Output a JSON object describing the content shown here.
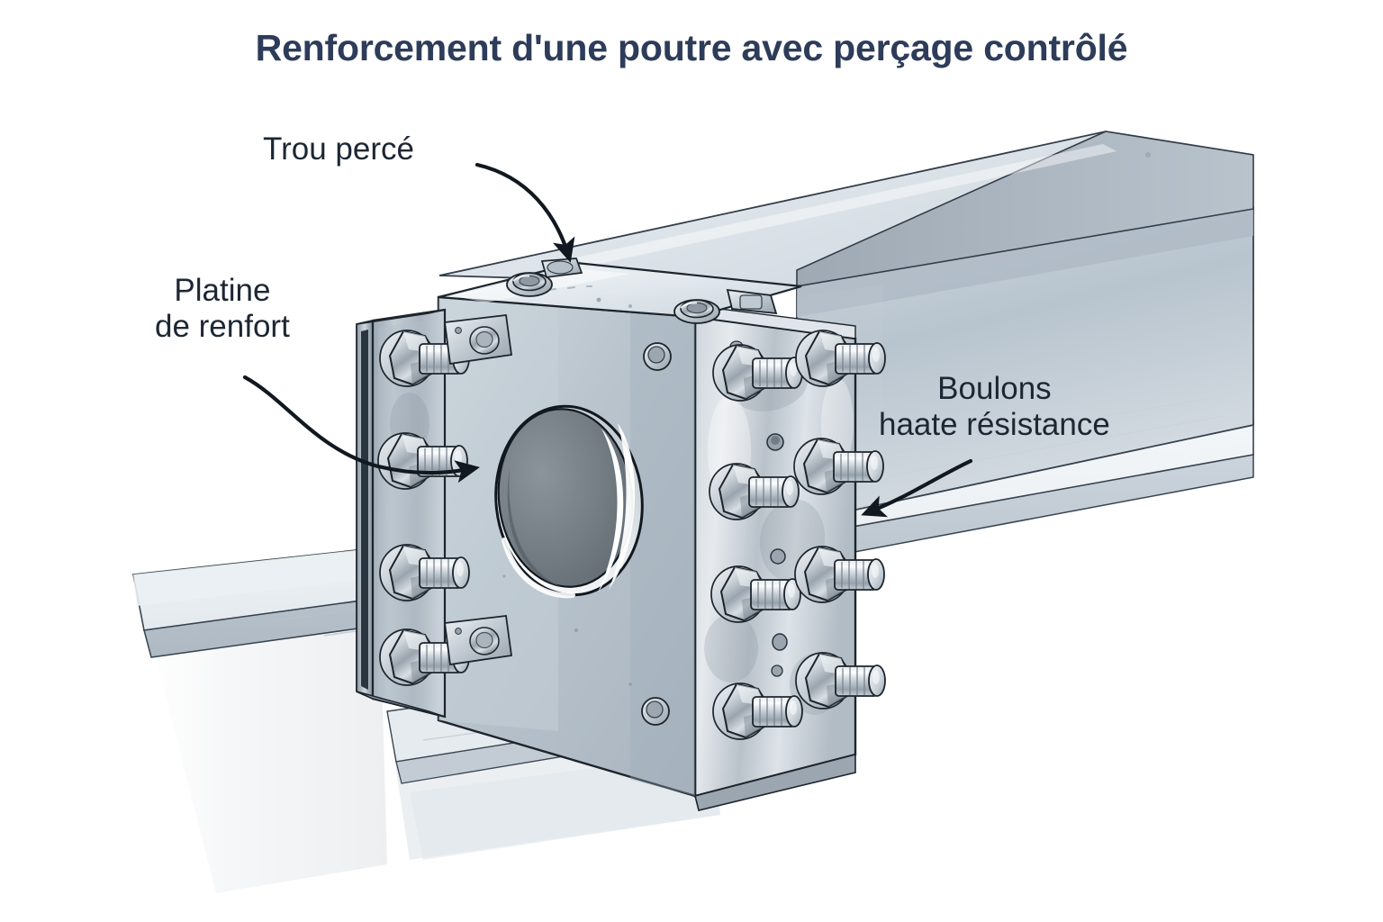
{
  "title": "Renforcement d'une poutre avec perçage contrôlé",
  "labels": {
    "drilled_hole": "Trou percé",
    "stiffener_plate": "Platine\nde renfort",
    "high_strength_bolts": "Boulons\nhaate résistance"
  },
  "colors": {
    "title": "#2d3c59",
    "label_text": "#1d2733",
    "arrow": "#111820",
    "outline": "#1d242c",
    "steel_light": "#eef1f4",
    "steel_mid": "#c2ccd6",
    "steel_dark": "#8e9aa6",
    "hole_interior": "#6d767d",
    "hole_highlight": "#fbfcfd",
    "background": "#ffffff"
  },
  "figure": {
    "subject": "steel-i-beam-reinforced-connection",
    "view": "isometric",
    "parts": [
      {
        "name": "i-beam",
        "description": "poutre en acier profil I"
      },
      {
        "name": "end-plate",
        "description": "platine frontale percée"
      },
      {
        "name": "side-plate-left",
        "description": "platine de renfort gauche",
        "bolt_count": 4
      },
      {
        "name": "side-plate-right",
        "description": "platine de renfort droite",
        "bolt_count": 8
      },
      {
        "name": "drilled-hole",
        "description": "trou percé circulaire dans l'âme"
      },
      {
        "name": "top-flange-bolts",
        "description": "boulons sur la face supérieure",
        "bolt_count": 3
      }
    ]
  }
}
